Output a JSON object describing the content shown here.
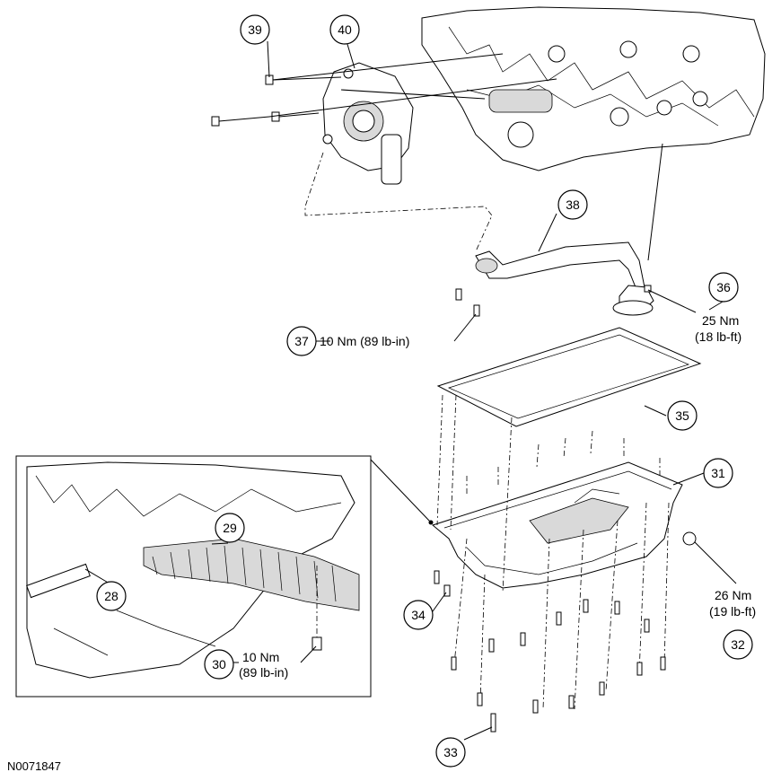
{
  "figure_id": "N0071847",
  "callouts": {
    "c39": "39",
    "c40": "40",
    "c38": "38",
    "c36": "36",
    "c37": "37",
    "c35": "35",
    "c31": "31",
    "c29": "29",
    "c28": "28",
    "c34": "34",
    "c26": "26 Nm",
    "c32": "32",
    "c30": "30",
    "c33": "33"
  },
  "torques": {
    "t37": "10 Nm (89 lb-in)",
    "t36_nm": "25 Nm",
    "t36_lbft": "(18 lb-ft)",
    "t32_nm": "26 Nm",
    "t32_lbft": "(19 lb-ft)",
    "t30_nm": "10 Nm",
    "t30_lbin": "(89 lb-in)"
  }
}
